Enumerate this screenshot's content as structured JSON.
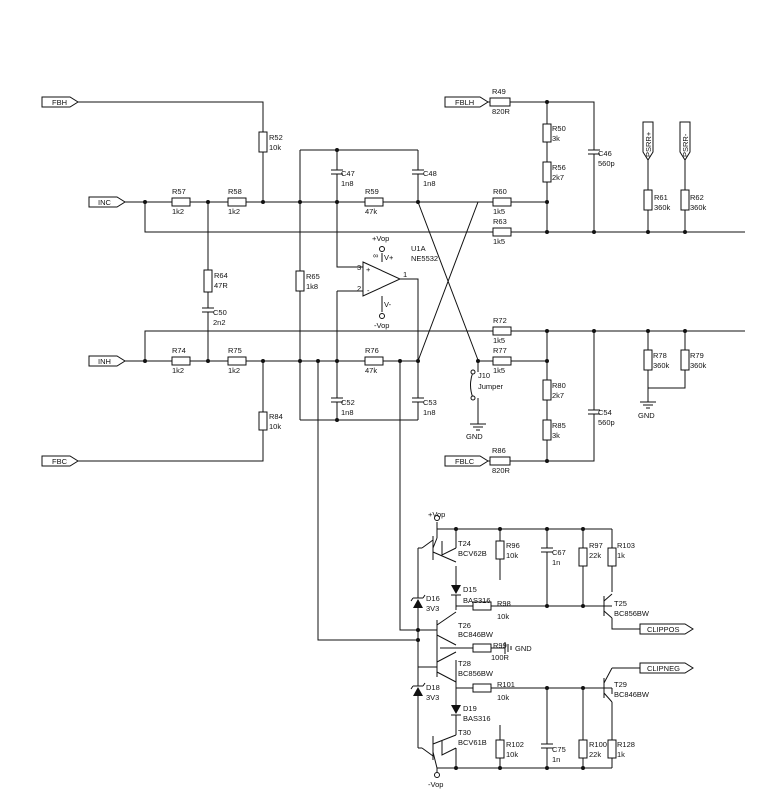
{
  "ports": {
    "fbh": "FBH",
    "inc": "INC",
    "inh": "INH",
    "fbc": "FBC",
    "fblh": "FBLH",
    "fblc": "FBLC",
    "psrr_pos": "PSRR+",
    "psrr_neg": "PSRR-",
    "clippos": "CLIPPOS",
    "clipneg": "CLIPNEG"
  },
  "resistors": [
    {
      "ref": "R52",
      "value": "10k"
    },
    {
      "ref": "R57",
      "value": "1k2"
    },
    {
      "ref": "R58",
      "value": "1k2"
    },
    {
      "ref": "R59",
      "value": "47k"
    },
    {
      "ref": "R64",
      "value": "47R"
    },
    {
      "ref": "R65",
      "value": "1k8"
    },
    {
      "ref": "R74",
      "value": "1k2"
    },
    {
      "ref": "R75",
      "value": "1k2"
    },
    {
      "ref": "R76",
      "value": "47k"
    },
    {
      "ref": "R84",
      "value": "10k"
    },
    {
      "ref": "R49",
      "value": "820R"
    },
    {
      "ref": "R50",
      "value": "3k"
    },
    {
      "ref": "R56",
      "value": "2k7"
    },
    {
      "ref": "R60",
      "value": "1k5"
    },
    {
      "ref": "R63",
      "value": "1k5"
    },
    {
      "ref": "R61",
      "value": "360k"
    },
    {
      "ref": "R62",
      "value": "360k"
    },
    {
      "ref": "R72",
      "value": "1k5"
    },
    {
      "ref": "R77",
      "value": "1k5"
    },
    {
      "ref": "R80",
      "value": "2k7"
    },
    {
      "ref": "R85",
      "value": "3k"
    },
    {
      "ref": "R86",
      "value": "820R"
    },
    {
      "ref": "R78",
      "value": "360k"
    },
    {
      "ref": "R79",
      "value": "360k"
    },
    {
      "ref": "R96",
      "value": "10k"
    },
    {
      "ref": "R97",
      "value": "22k"
    },
    {
      "ref": "R103",
      "value": "1k"
    },
    {
      "ref": "R98",
      "value": "10k"
    },
    {
      "ref": "R99",
      "value": "100R"
    },
    {
      "ref": "R101",
      "value": "10k"
    },
    {
      "ref": "R102",
      "value": "10k"
    },
    {
      "ref": "R100",
      "value": "22k"
    },
    {
      "ref": "R128",
      "value": "1k"
    }
  ],
  "capacitors": [
    {
      "ref": "C47",
      "value": "1n8"
    },
    {
      "ref": "C48",
      "value": "1n8"
    },
    {
      "ref": "C50",
      "value": "2n2"
    },
    {
      "ref": "C52",
      "value": "1n8"
    },
    {
      "ref": "C53",
      "value": "1n8"
    },
    {
      "ref": "C46",
      "value": "560p"
    },
    {
      "ref": "C54",
      "value": "560p"
    },
    {
      "ref": "C67",
      "value": "1n"
    },
    {
      "ref": "C75",
      "value": "1n"
    }
  ],
  "opamp": {
    "ref": "U1A",
    "part": "NE5532",
    "pin3": "3",
    "pin2": "2",
    "pin1": "1",
    "plus": "+",
    "minus": "-",
    "vplus": "V+",
    "vminus": "V-",
    "inf": "∞",
    "vop_top": "+Vop",
    "vop_bot": "-Vop"
  },
  "jumper": {
    "ref": "J10",
    "value": "Jumper"
  },
  "ground": {
    "label": "GND"
  },
  "transistors": [
    {
      "ref": "T24",
      "part": "BCV62B"
    },
    {
      "ref": "T25",
      "part": "BC856BW"
    },
    {
      "ref": "T26",
      "part": "BC846BW"
    },
    {
      "ref": "T28",
      "part": "BC856BW"
    },
    {
      "ref": "T29",
      "part": "BC846BW"
    },
    {
      "ref": "T30",
      "part": "BCV61B"
    }
  ],
  "diodes": [
    {
      "ref": "D15",
      "part": "BAS316"
    },
    {
      "ref": "D19",
      "part": "BAS316"
    },
    {
      "ref": "D16",
      "part": "3V3"
    },
    {
      "ref": "D18",
      "part": "3V3"
    }
  ],
  "rails": {
    "vop_pos": "+Vop",
    "vop_neg": "-Vop"
  }
}
